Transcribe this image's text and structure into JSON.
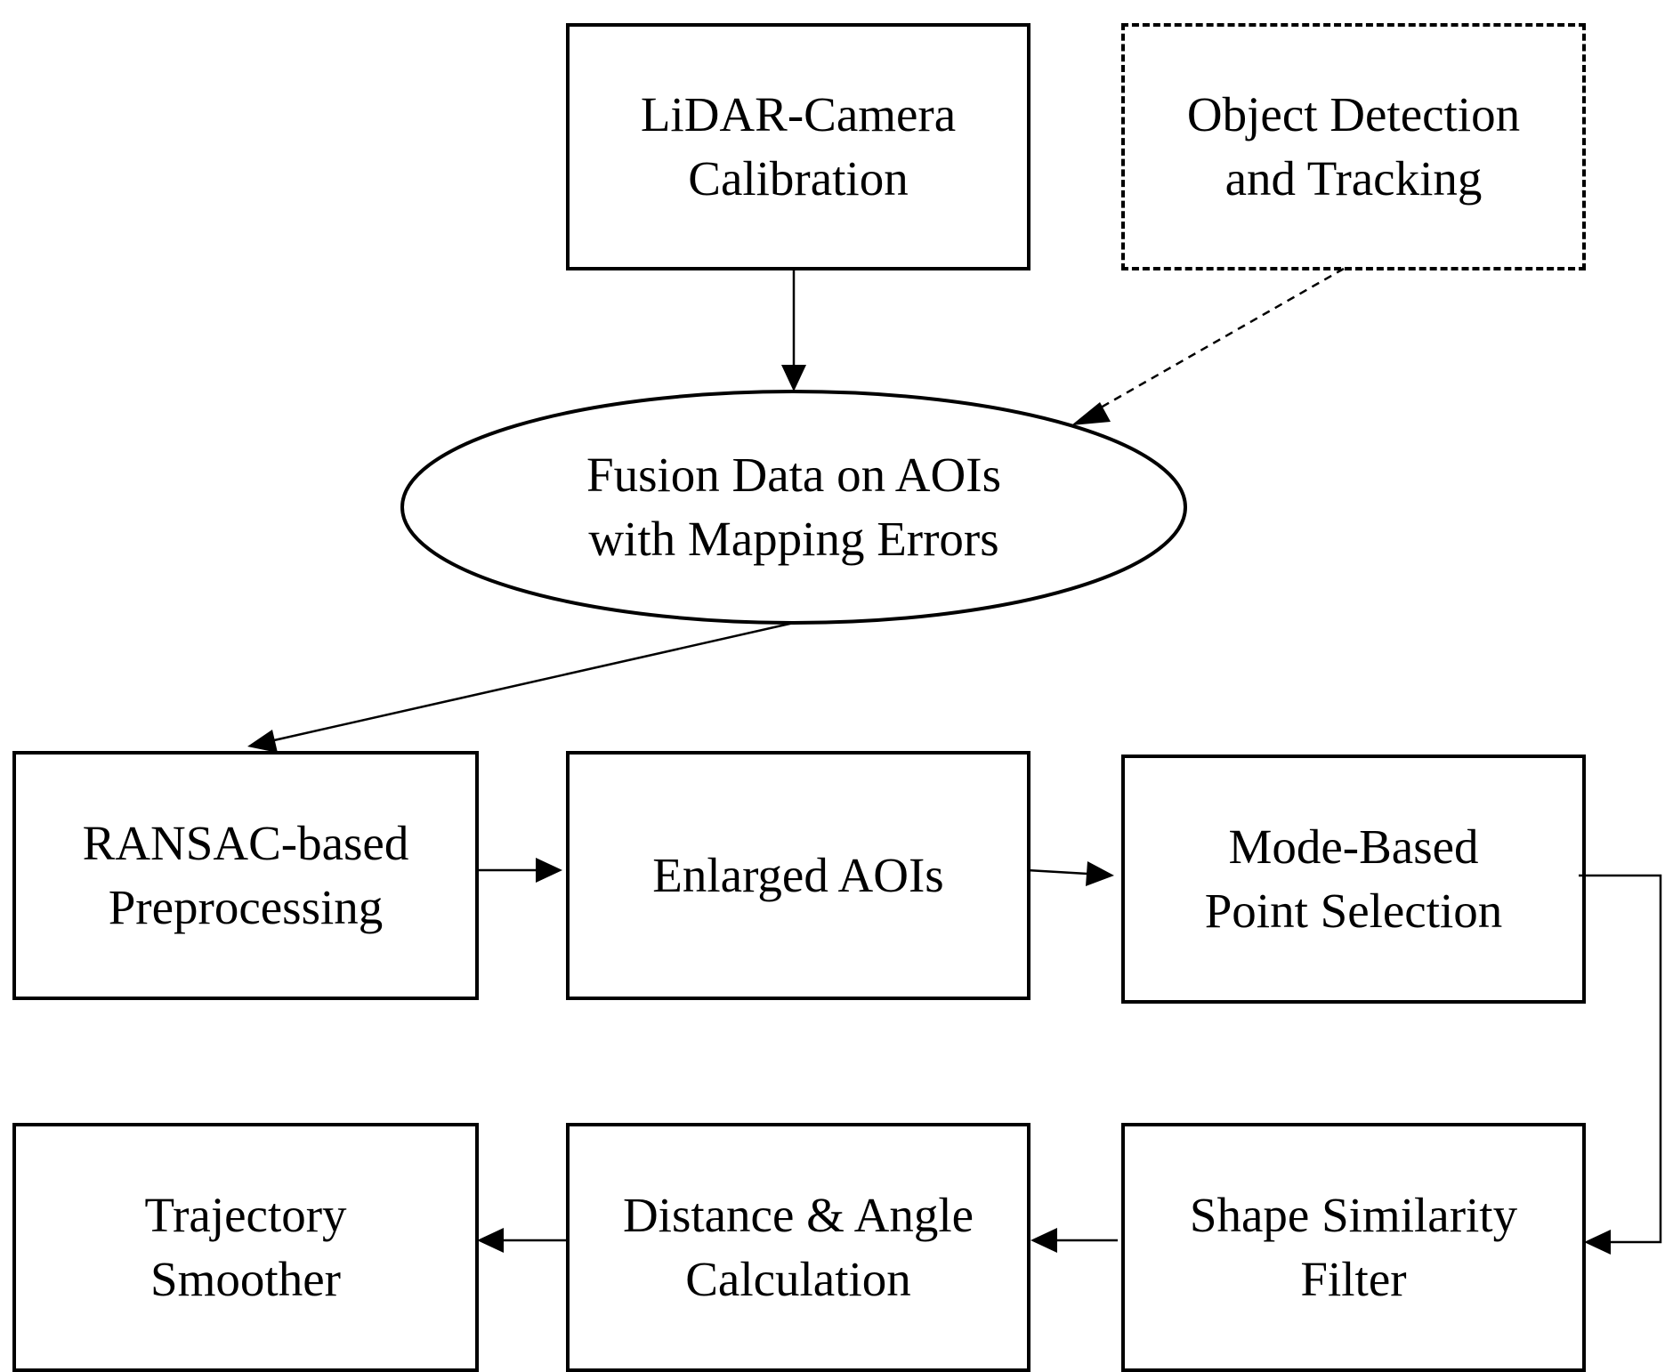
{
  "nodes": {
    "calibration": {
      "line1": "LiDAR-Camera",
      "line2": "Calibration"
    },
    "detection": {
      "line1": "Object Detection",
      "line2": "and Tracking"
    },
    "fusion": {
      "line1": "Fusion Data on AOIs",
      "line2": "with Mapping Errors"
    },
    "ransac": {
      "line1": "RANSAC-based",
      "line2": "Preprocessing"
    },
    "enlarged": {
      "line1": "Enlarged AOIs"
    },
    "mode": {
      "line1": "Mode-Based",
      "line2": "Point Selection"
    },
    "shape": {
      "line1": "Shape Similarity",
      "line2": "Filter"
    },
    "distance": {
      "line1": "Distance & Angle",
      "line2": "Calculation"
    },
    "trajectory": {
      "line1": "Trajectory",
      "line2": "Smoother"
    }
  },
  "colors": {
    "stroke": "#000000",
    "background": "#ffffff"
  }
}
